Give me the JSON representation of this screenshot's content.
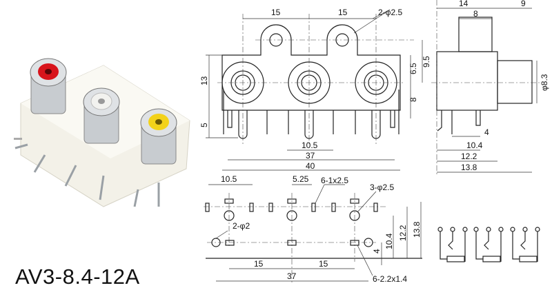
{
  "model": "AV3-8.4-12A",
  "colors": {
    "red_jack": "#d8141c",
    "white_jack": "#f2f2ef",
    "yellow_jack": "#f3d21a",
    "housing": "#f4f2ea",
    "metal": "#c8ccd0"
  },
  "front_view": {
    "pitch_left": "15",
    "pitch_right": "15",
    "mount_hole": "2-φ2.5",
    "height": "13",
    "pin_length": "5",
    "center_to_top": "6.5",
    "center_to_ear": "9.5",
    "center_to_bottom": "8",
    "pin_spacing": "10.5",
    "pin_span": "37",
    "total_width": "40"
  },
  "side_view": {
    "depth": "14",
    "block": "8",
    "barrel_length": "9",
    "barrel_diameter": "φ8.3",
    "pin_offset": "4",
    "d1": "10.4",
    "d2": "12.2",
    "d3": "13.8"
  },
  "pcb_layout": {
    "spacing_a": "10.5",
    "spacing_b": "5.25",
    "slots": "6-1x2.5",
    "holes": "3-φ2.5",
    "locating_holes": "2-φ2",
    "pitch_left": "15",
    "pitch_right": "15",
    "span": "37",
    "pads": "6-2.2x1.4",
    "h1": "10.4",
    "h2": "12.2",
    "h3": "13.8",
    "h4": "4"
  }
}
